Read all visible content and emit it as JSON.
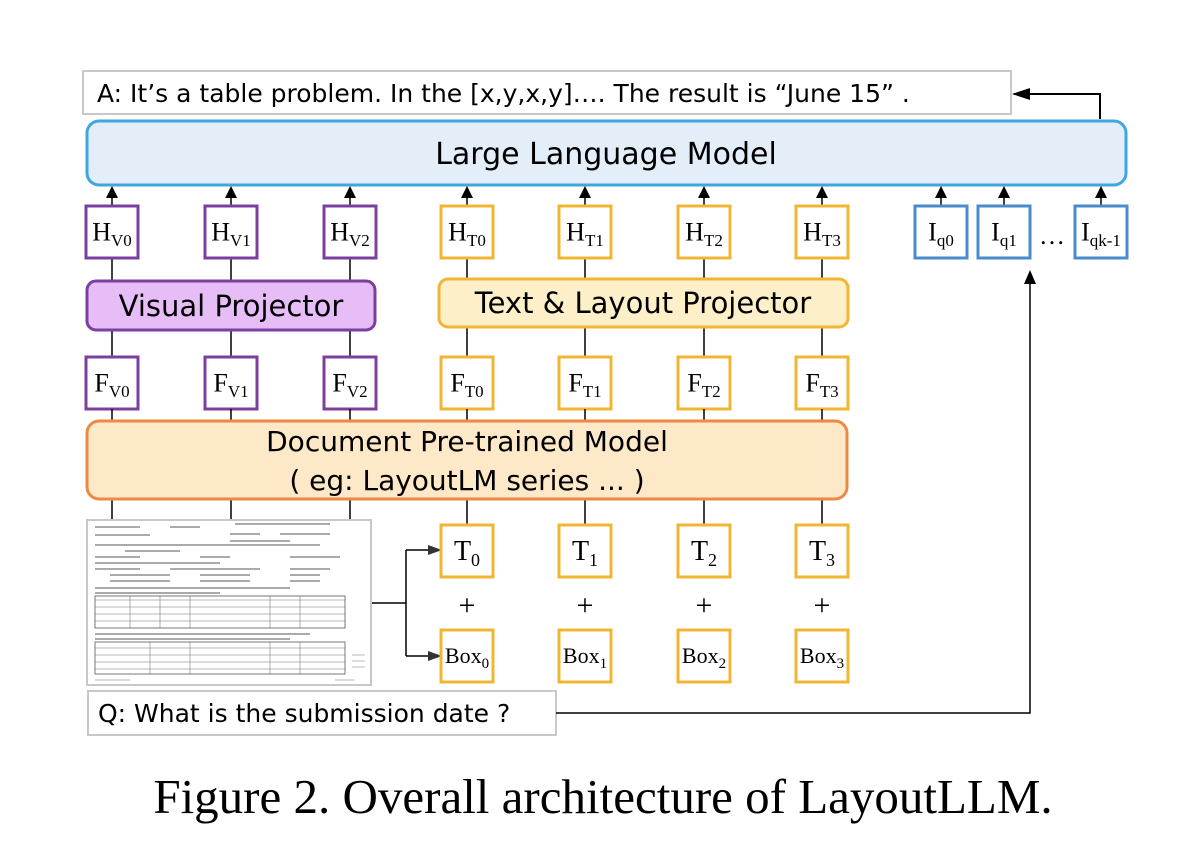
{
  "answer_text": "A: It’s a table problem. In the [x,y,x,y]…. The result is “June 15” .",
  "llm_label": "Large Language Model",
  "visual_projector_label": "Visual Projector",
  "text_projector_label": "Text & Layout Projector",
  "dpm_label_line1": "Document Pre-trained Model",
  "dpm_label_line2": "( eg: LayoutLM series ... )",
  "question_text": "Q: What is the submission date ?",
  "caption": "Figure 2. Overall architecture of LayoutLLM.",
  "ellipsis": "…",
  "plus": "+",
  "h_visual": [
    {
      "base": "H",
      "sub": "V0"
    },
    {
      "base": "H",
      "sub": "V1"
    },
    {
      "base": "H",
      "sub": "V2"
    }
  ],
  "h_text": [
    {
      "base": "H",
      "sub": "T0"
    },
    {
      "base": "H",
      "sub": "T1"
    },
    {
      "base": "H",
      "sub": "T2"
    },
    {
      "base": "H",
      "sub": "T3"
    }
  ],
  "instruction_tokens": [
    {
      "base": "I",
      "sub": "q0"
    },
    {
      "base": "I",
      "sub": "q1"
    },
    {
      "base": "I",
      "sub": "qk-1"
    }
  ],
  "f_visual": [
    {
      "base": "F",
      "sub": "V0"
    },
    {
      "base": "F",
      "sub": "V1"
    },
    {
      "base": "F",
      "sub": "V2"
    }
  ],
  "f_text": [
    {
      "base": "F",
      "sub": "T0"
    },
    {
      "base": "F",
      "sub": "T1"
    },
    {
      "base": "F",
      "sub": "T2"
    },
    {
      "base": "F",
      "sub": "T3"
    }
  ],
  "text_tokens": [
    {
      "base": "T",
      "sub": "0"
    },
    {
      "base": "T",
      "sub": "1"
    },
    {
      "base": "T",
      "sub": "2"
    },
    {
      "base": "T",
      "sub": "3"
    }
  ],
  "box_tokens": [
    {
      "base": "Box",
      "sub": "0"
    },
    {
      "base": "Box",
      "sub": "1"
    },
    {
      "base": "Box",
      "sub": "2"
    },
    {
      "base": "Box",
      "sub": "3"
    }
  ],
  "colors": {
    "purple": "#7B3FA0",
    "purple_fill": "#E7BDF7",
    "orange": "#F2B533",
    "orange_fill": "#FDF0C8",
    "dpm_stroke": "#EB8A45",
    "dpm_fill": "#FDE8C7",
    "blue": "#3F8FD4",
    "blue_fill": "#E3EEF9",
    "instr_blue": "#4A8CCB",
    "gray": "#C8C8C8"
  }
}
